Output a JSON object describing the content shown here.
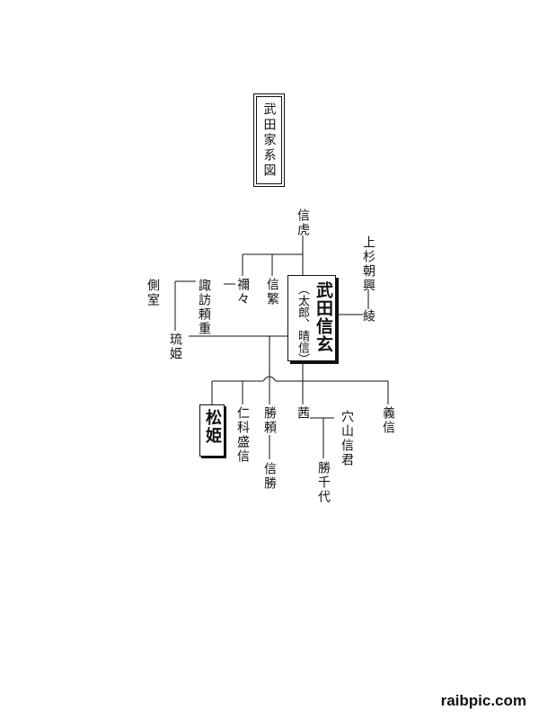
{
  "diagram": {
    "title": "武田家系図",
    "nodes": {
      "nobutora": "信虎",
      "shingen_name": "武田信玄",
      "shingen_alias": "（太郎、晴信）",
      "uesugi": "上杉朝興",
      "aya": "綾",
      "nene": "禰々",
      "nobushige": "信繁",
      "suwa": "諏訪頼重",
      "sokushitsu": "側室",
      "ruhime": "琉姫",
      "matsuhime": "松姫",
      "nishina": "仁科盛信",
      "katsuyori": "勝頼",
      "nobukatsu": "信勝",
      "akane": "茜",
      "anayama": "穴山信君",
      "katsuchiyo": "勝千代",
      "yoshinobu": "義信"
    }
  },
  "watermark": "raibpic.com"
}
